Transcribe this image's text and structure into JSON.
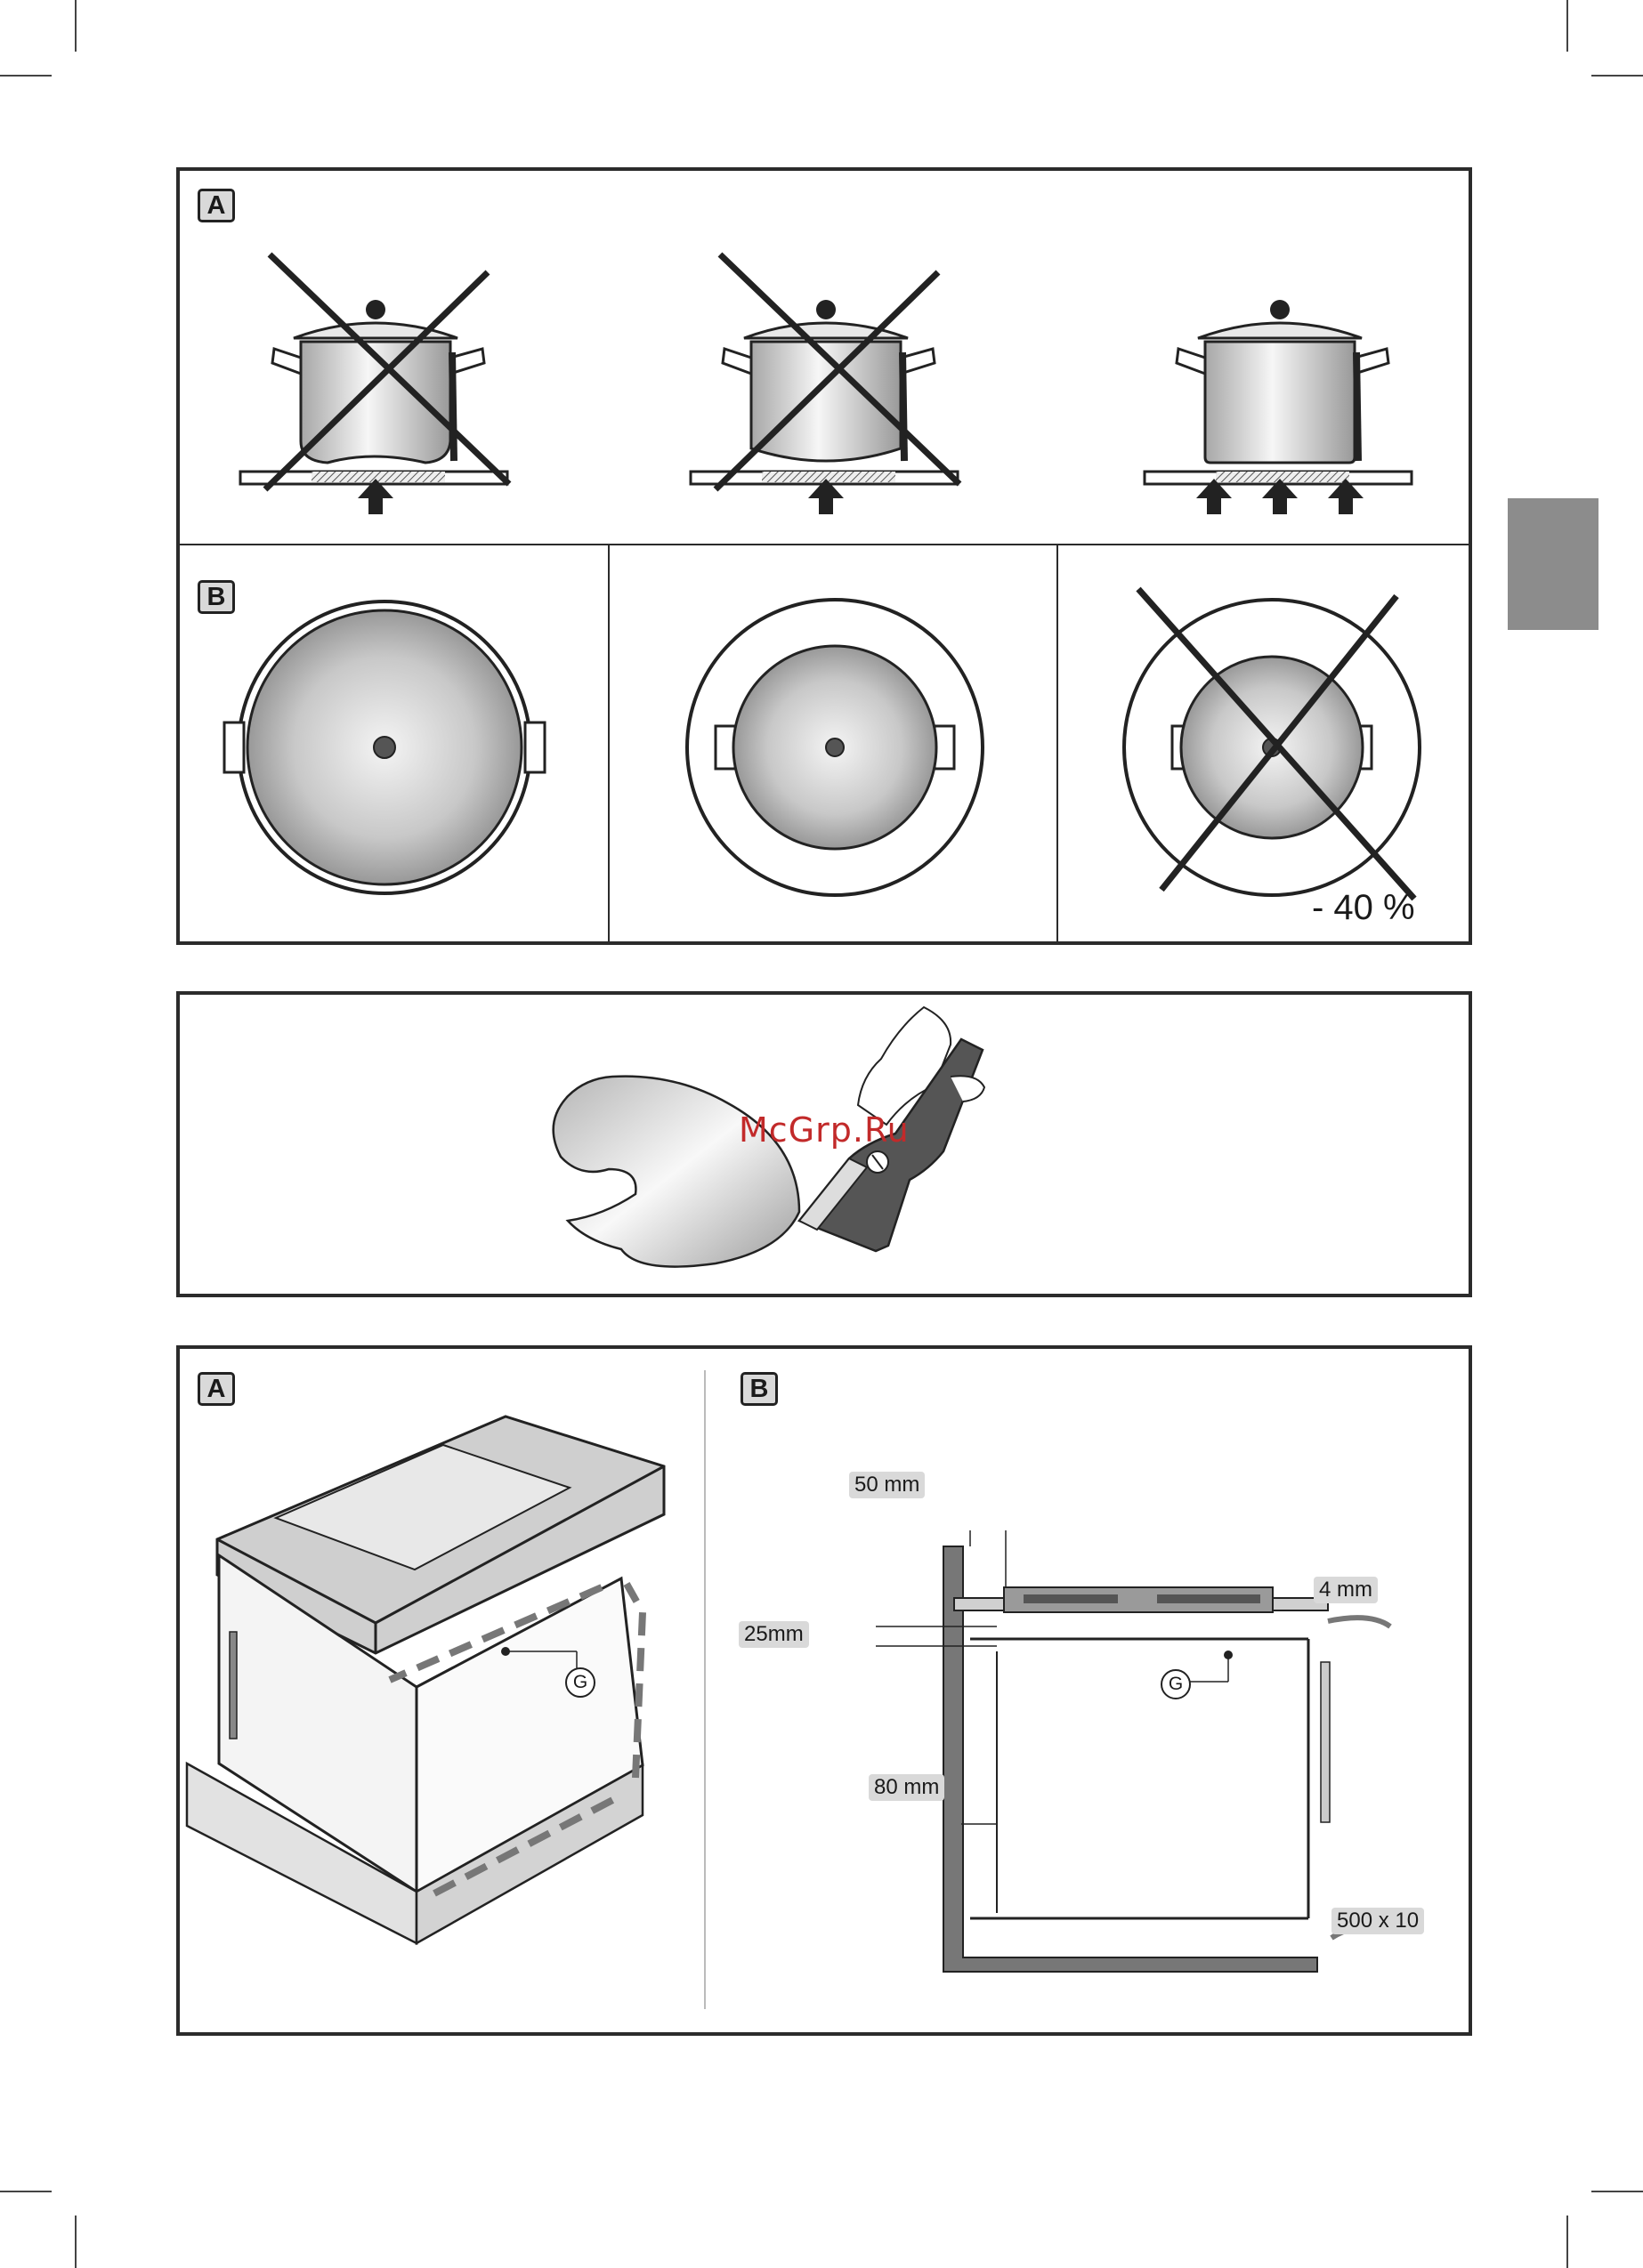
{
  "figure1": {
    "panel_a_label": "A",
    "panel_b_label": "B",
    "reduction_label": "- 40 %"
  },
  "figure2": {
    "watermark": "McGrp.Ru"
  },
  "figure3": {
    "panel_a_label": "A",
    "panel_b_label": "B",
    "callout_a": "G",
    "callout_b": "G",
    "dim_50": "50 mm",
    "dim_4": "4 mm",
    "dim_25": "25mm",
    "dim_80": "80 mm",
    "dim_500": "500 x 10"
  },
  "colors": {
    "frame": "#2b2b2b",
    "tab": "#8c8c8c",
    "label_bg": "#d9d9d9",
    "watermark": "#c22a2a"
  }
}
